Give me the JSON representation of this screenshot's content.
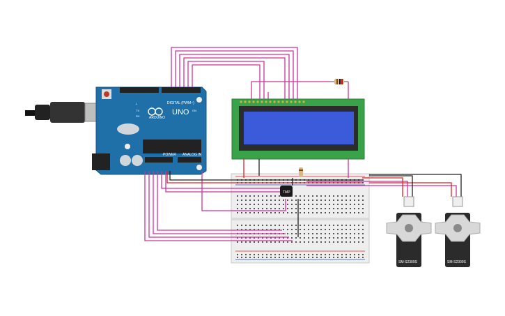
{
  "arduino": {
    "brand": "UNO",
    "maker": "ARDUINO",
    "digital_label": "DIGITAL (PWM~)",
    "analog_label": "ANALOG IN",
    "power_label": "POWER",
    "tx_label": "TX",
    "rx_label": "RX",
    "on_label": "ON",
    "l_label": "L"
  },
  "lcd": {
    "backlight_color": "#3b5bdb",
    "pcb_color": "#3aa34a"
  },
  "servos": [
    {
      "label": "SM-S2309S"
    },
    {
      "label": "SM-S2309S"
    }
  ],
  "sensor": {
    "label": "TMP"
  },
  "colors": {
    "wire_signal": "#cc3399",
    "wire_power": "#e02020",
    "wire_ground": "#202020",
    "board_blue": "#1f6fa8"
  }
}
